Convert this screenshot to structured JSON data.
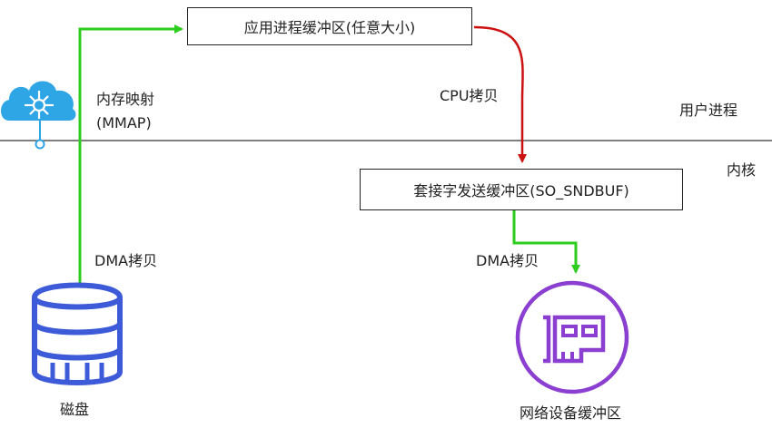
{
  "boxes": {
    "app_buffer": "应用进程缓冲区(任意大小)",
    "socket_buffer": "套接字发送缓冲区(SO_SNDBUF)"
  },
  "labels": {
    "mmap_line1": "内存映射",
    "mmap_line2": "(MMAP)",
    "cpu_copy": "CPU拷贝",
    "user_process": "用户进程",
    "kernel": "内核",
    "dma_copy_left": "DMA拷贝",
    "dma_copy_right": "DMA拷贝",
    "disk": "磁盘",
    "nic_buffer": "网络设备缓冲区"
  },
  "icons": {
    "cloud": "cloud-network-icon",
    "disk": "database-icon",
    "nic": "network-card-icon"
  },
  "colors": {
    "dma_arrow": "#2ecc1e",
    "cpu_arrow": "#cc1111",
    "cloud": "#2ea6e6",
    "disk": "#3d5bd9",
    "nic": "#8a3fd1",
    "divider": "#333333"
  }
}
